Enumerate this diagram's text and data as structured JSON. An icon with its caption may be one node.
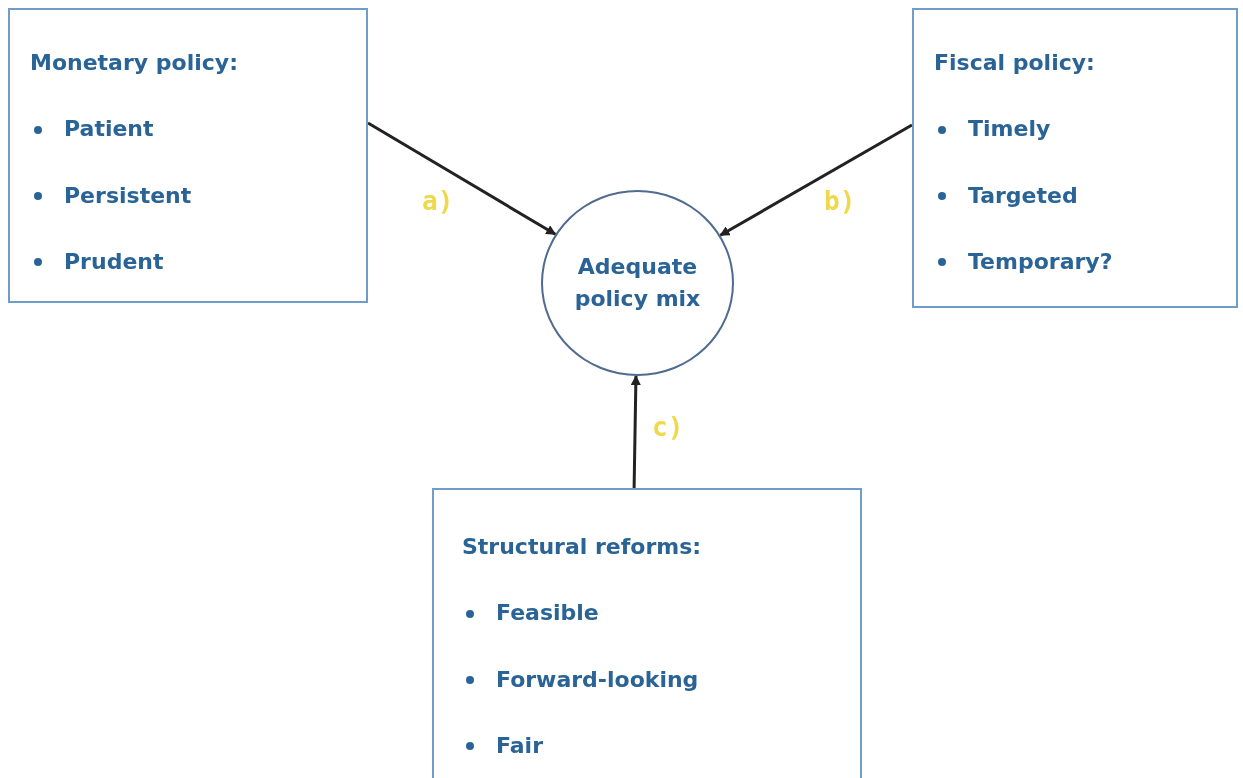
{
  "diagram": {
    "nodes": [
      {
        "text": [
          "Monetary policy:",
          "Patient",
          "Persistent",
          "Prudent"
        ]
      },
      {
        "text": [
          "Adequate policy mix"
        ]
      },
      {
        "text": [
          "Fiscal policy:",
          "Timely",
          "Targeted",
          "Temporary?"
        ]
      },
      {
        "text": [
          "Structural reforms:",
          "Feasible",
          "Forward-looking",
          "Fair"
        ]
      }
    ],
    "edges": [
      {
        "from": 0,
        "to": 1,
        "arrow": "to",
        "label": "a)"
      },
      {
        "from": 2,
        "to": 1,
        "arrow": "to",
        "label": "b)"
      },
      {
        "from": 3,
        "to": 1,
        "arrow": "to",
        "label": "c)"
      }
    ]
  }
}
